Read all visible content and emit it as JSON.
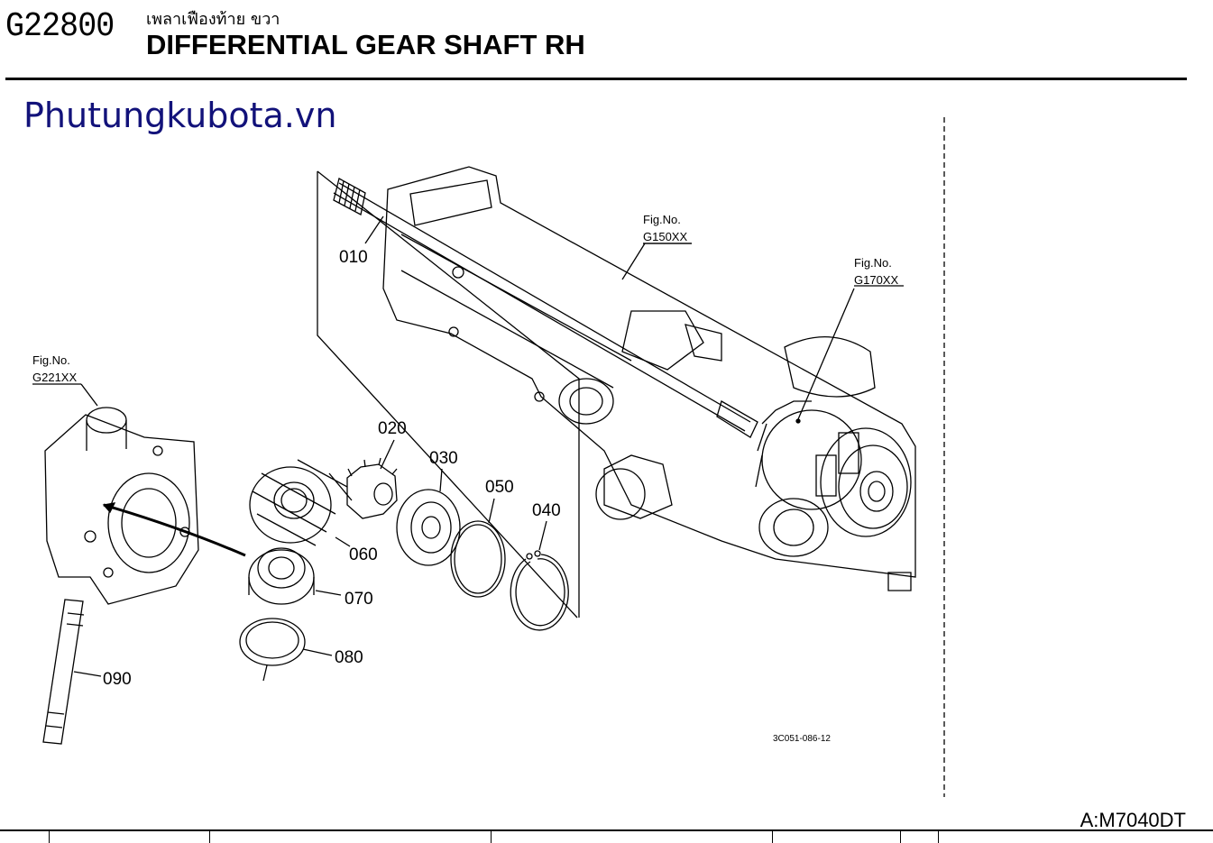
{
  "header": {
    "code": "G22800",
    "title_thai": "เพลาเฟืองท้าย ขวา",
    "title_en": "DIFFERENTIAL GEAR SHAFT RH"
  },
  "watermark": "Phutungkubota.vn",
  "figure_refs": [
    {
      "label": "Fig.No.",
      "code": "G150XX"
    },
    {
      "label": "Fig.No.",
      "code": "G170XX"
    },
    {
      "label": "Fig.No.",
      "code": "G221XX"
    }
  ],
  "parts": [
    "010",
    "020",
    "030",
    "040",
    "050",
    "060",
    "070",
    "080",
    "090"
  ],
  "figure_number": "3C051-086-12",
  "model_code": "A:M7040DT"
}
